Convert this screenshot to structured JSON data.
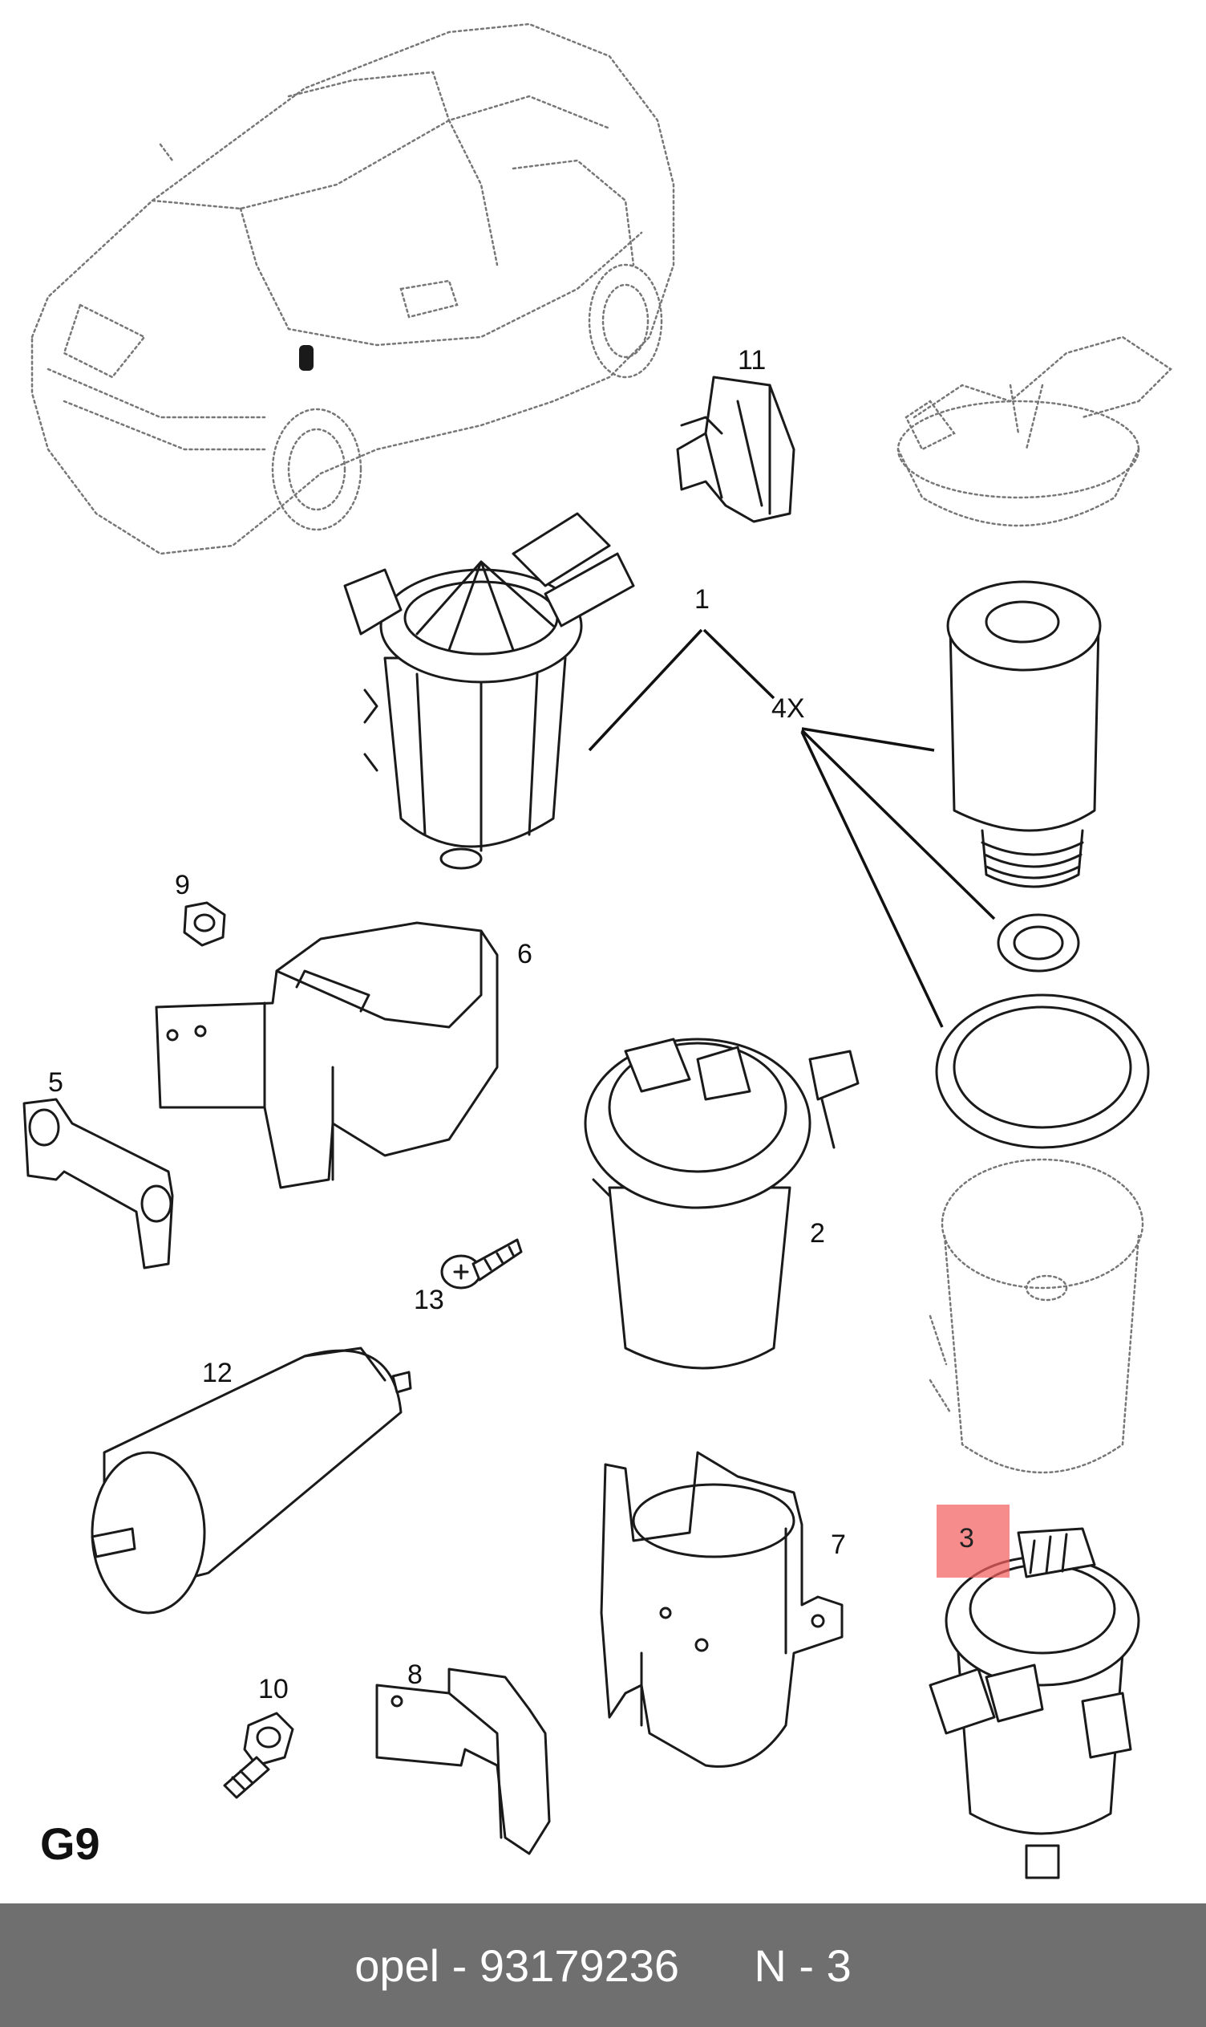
{
  "diagram": {
    "section_code": "G9",
    "callouts": {
      "c1": "1",
      "c2": "2",
      "c3": "3",
      "c4x": "4X",
      "c5": "5",
      "c6": "6",
      "c7": "7",
      "c8": "8",
      "c9": "9",
      "c10": "10",
      "c11": "11",
      "c12": "12",
      "c13": "13"
    },
    "highlight_color": "#f26060"
  },
  "footer": {
    "caption": "opel - 93179236      N - 3",
    "background": "#6f6f6f"
  }
}
